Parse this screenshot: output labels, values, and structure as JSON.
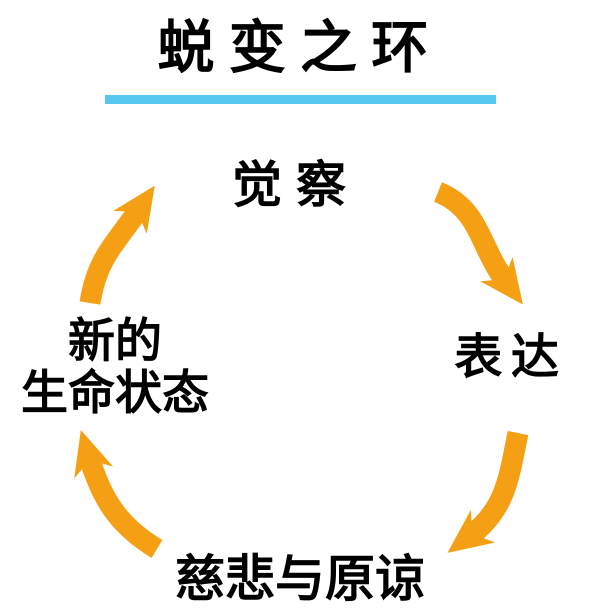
{
  "title": {
    "text": "蜕变之环"
  },
  "colors": {
    "arrow": "#F5A014",
    "divider": "#56C8F0",
    "text": "#000000",
    "background": "#FFFFFF"
  },
  "diagram": {
    "type": "cycle",
    "direction": "clockwise",
    "nodes": [
      {
        "id": "awareness",
        "label": "觉察",
        "position": "top"
      },
      {
        "id": "expression",
        "label": "表达",
        "position": "right"
      },
      {
        "id": "compassion-forgiveness",
        "label": "慈悲与原谅",
        "position": "bottom"
      },
      {
        "id": "new-life-state",
        "label_line1": "新的",
        "label_line2": "生命状态",
        "position": "left"
      }
    ],
    "arrows": [
      {
        "from": "awareness",
        "to": "expression"
      },
      {
        "from": "expression",
        "to": "compassion-forgiveness"
      },
      {
        "from": "compassion-forgiveness",
        "to": "new-life-state"
      },
      {
        "from": "new-life-state",
        "to": "awareness"
      }
    ]
  }
}
